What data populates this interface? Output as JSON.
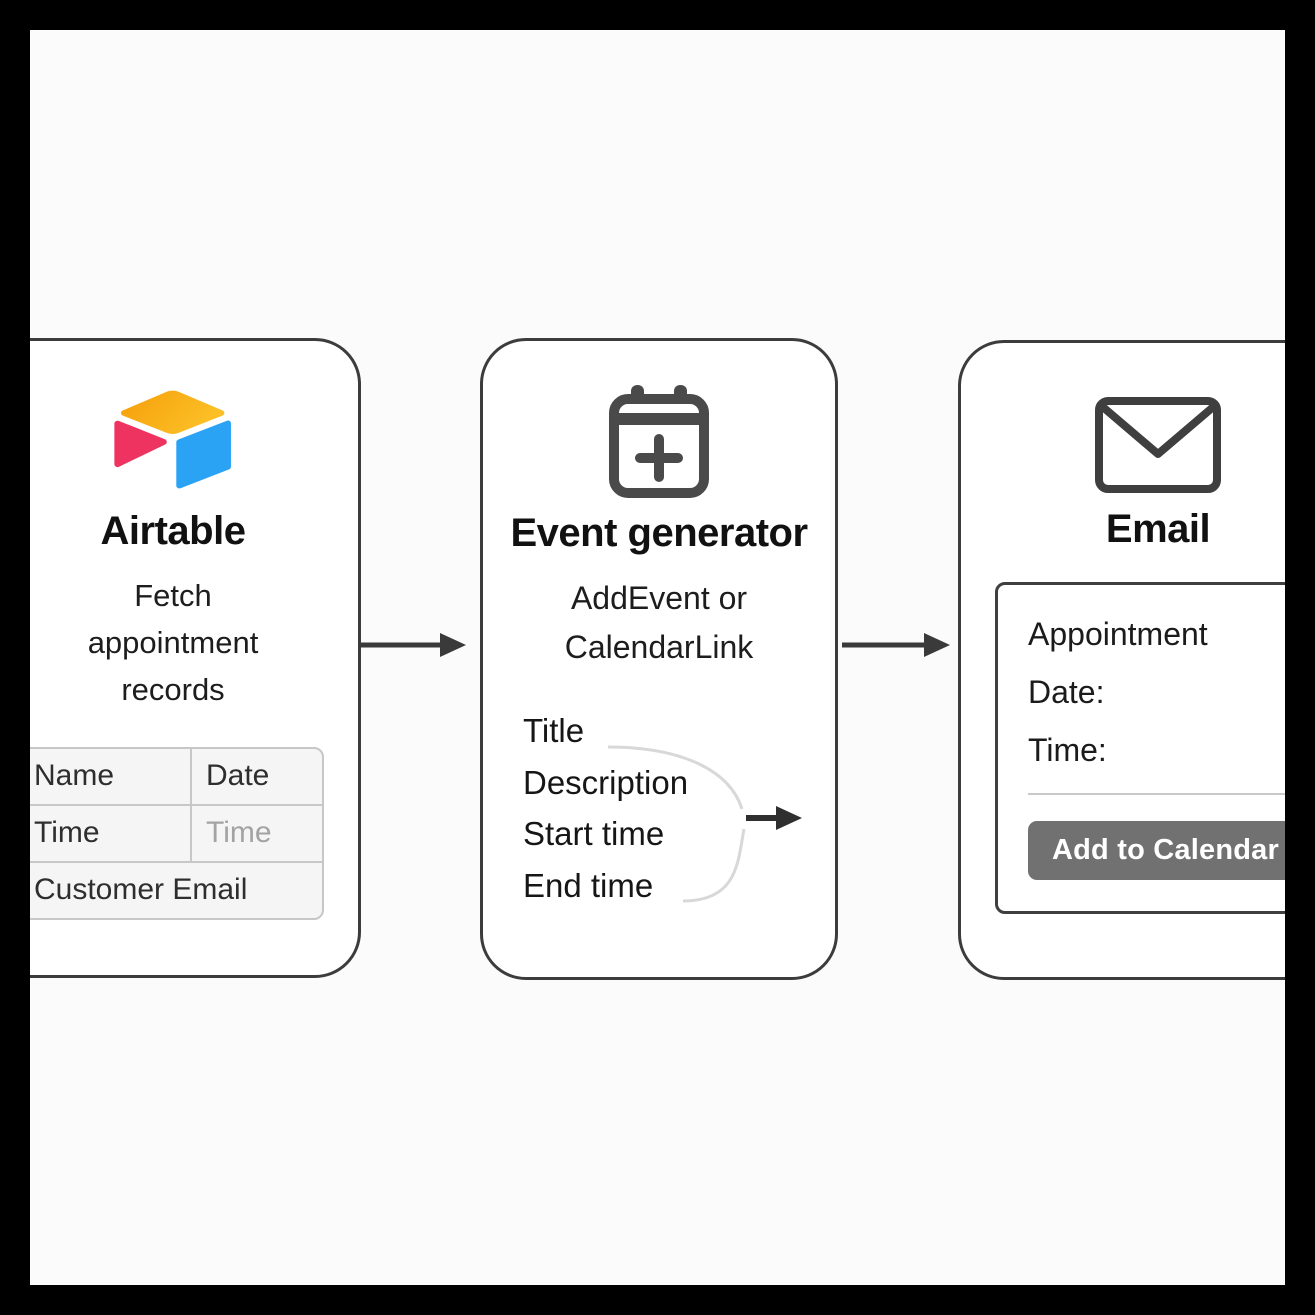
{
  "diagram": {
    "cards": {
      "airtable": {
        "title": "Airtable",
        "subtitle": "Fetch appointment records",
        "icon": "airtable-logo",
        "table": {
          "r1c1": "Name",
          "r1c2": "Date",
          "r2c1": "Time",
          "r2c2": "Time",
          "r3": "Customer Email"
        }
      },
      "event_generator": {
        "title": "Event generator",
        "subtitle": "AddEvent or CalendarLink",
        "icon": "calendar-plus-icon",
        "fields": [
          "Title",
          "Description",
          "Start time",
          "End time"
        ]
      },
      "email": {
        "title": "Email",
        "icon": "envelope-icon",
        "preview": {
          "heading": "Appointment",
          "date_label": "Date:",
          "time_label": "Time:",
          "button_label": "Add to Calendar"
        }
      }
    },
    "connections": [
      {
        "from": "airtable",
        "to": "event_generator"
      },
      {
        "from": "event_generator",
        "to": "email"
      }
    ]
  },
  "colors": {
    "frame": "#000000",
    "canvas_background": "#fbfbfb",
    "card_background": "#ffffff",
    "card_border": "#3c3c3c",
    "title_text": "#111111",
    "body_text": "#1d1d1d",
    "muted_text": "#a3a3a3",
    "table_background": "#f5f5f5",
    "table_border": "#c7c7c7",
    "button_background": "#717171",
    "button_text": "#ffffff",
    "airtable_yellow": "#fbb104",
    "airtable_red": "#ee3360",
    "airtable_blue": "#2ba3f5",
    "icon_gray": "#4a4a4a"
  }
}
